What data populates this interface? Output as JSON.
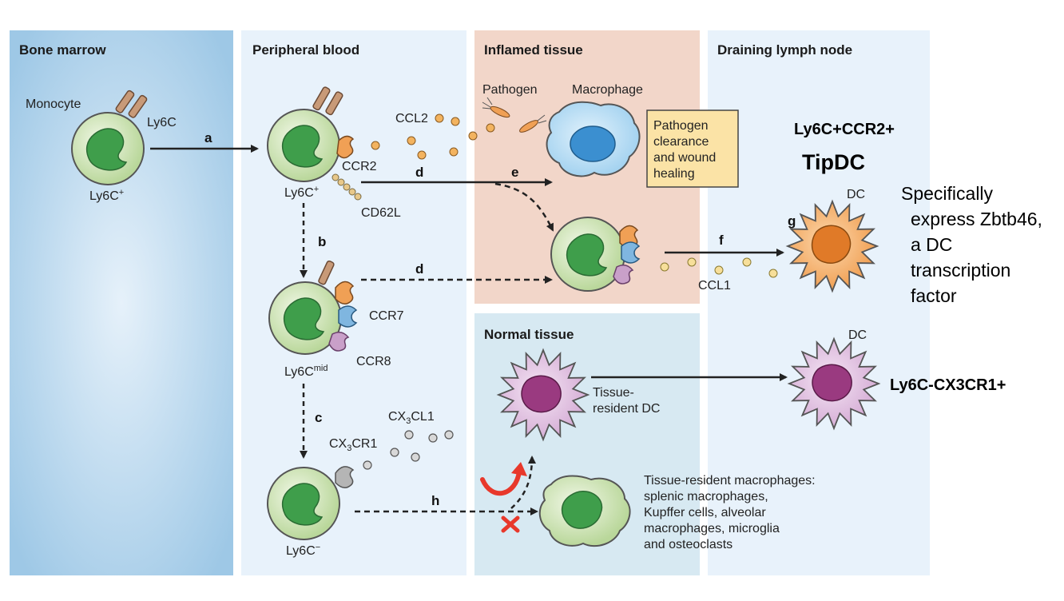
{
  "panels": {
    "bone_marrow": "Bone marrow",
    "peripheral_blood": "Peripheral blood",
    "inflamed_tissue": "Inflamed tissue",
    "draining_lymph_node": "Draining lymph node",
    "normal_tissue": "Normal tissue"
  },
  "cells": {
    "monocyte": "Monocyte",
    "ly6c_receptor": "Ly6C",
    "ly6c_plus_bm": "Ly6C",
    "ly6c_plus_blood": "Ly6C",
    "ly6c_mid": "Ly6C",
    "ly6c_minus": "Ly6C",
    "plus": "+",
    "mid": "mid",
    "minus": "−",
    "pathogen": "Pathogen",
    "macrophage": "Macrophage",
    "dc_inflamed": "DC",
    "dc_normal": "DC",
    "tissue_resident_dc_1": "Tissue-",
    "tissue_resident_dc_2": "resident DC"
  },
  "receptors": {
    "ccr2": "CCR2",
    "cd62l": "CD62L",
    "ccr7": "CCR7",
    "ccr8": "CCR8",
    "cx3cr1_a": "CX",
    "cx3cr1_sub": "3",
    "cx3cr1_b": "CR1"
  },
  "chemokines": {
    "ccl2": "CCL2",
    "ccl1": "CCL1",
    "cx3cl1_a": "CX",
    "cx3cl1_sub": "3",
    "cx3cl1_b": "CL1"
  },
  "steps": {
    "a": "a",
    "b": "b",
    "c": "c",
    "d1": "d",
    "d2": "d",
    "e": "e",
    "f": "f",
    "g": "g",
    "h": "h"
  },
  "boxes": {
    "pathogen_clearance": [
      "Pathogen",
      "clearance",
      "and wound",
      "healing"
    ]
  },
  "macrophage_list": [
    "Tissue-resident macrophages:",
    "splenic macrophages,",
    "Kupffer cells, alveolar",
    "macrophages, microglia",
    "and osteoclasts"
  ],
  "annotations": {
    "ly6c_ccr2": "Ly6C+CCR2+",
    "tipdc": "TipDC",
    "zbtb46": [
      "Specifically",
      "express Zbtb46,",
      "a DC",
      "transcription",
      "factor"
    ],
    "ly6c_cx3cr1": "Ly6C-CX3CR1+"
  },
  "colors": {
    "bone_marrow_bg": "#a9d0ea",
    "blood_bg": "#e9f3fb",
    "inflamed_bg": "#f2d6c9",
    "lymph_bg": "#e9f3fb",
    "normal_bg": "#d9eaf2",
    "monocyte_fill": "#cfe3b3",
    "nucleus_green": "#3f9e4b",
    "dc_orange": "#f4a85a",
    "dc_purple": "#d9b3d9",
    "macrophage_blue": "#b5dcf4",
    "ccr2_orange": "#f0a055",
    "ccr7_blue": "#7fb6e0",
    "ccr8_purple": "#c9a0c9",
    "box_yellow": "#fbe3a6",
    "red_mark": "#e8382b"
  }
}
